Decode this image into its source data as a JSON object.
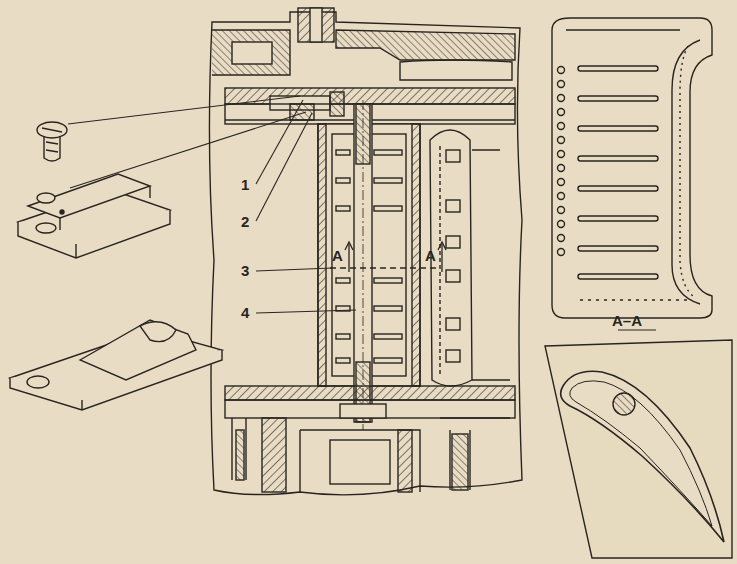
{
  "diagram": {
    "labels": [
      "1",
      "2",
      "3",
      "4",
      "A",
      "A",
      "A–A"
    ]
  }
}
